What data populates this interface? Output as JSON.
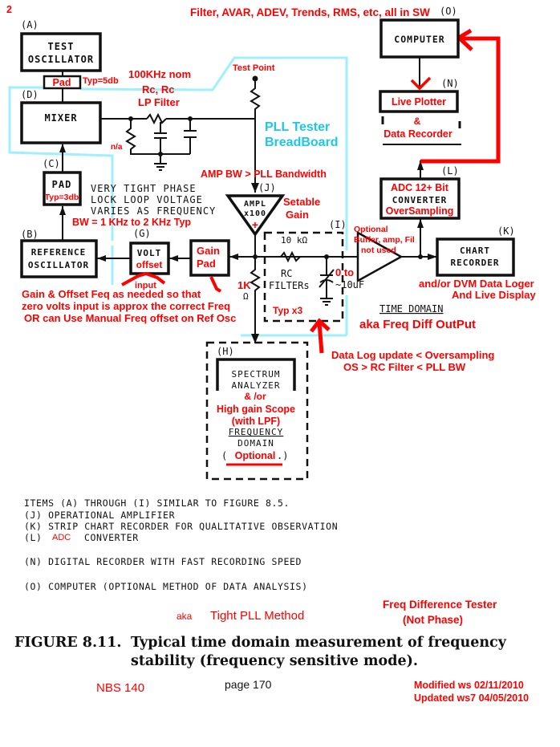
{
  "page_number": "2",
  "top_note": "Filter, AVAR, ADEV, Trends, RMS, etc, all in SW",
  "blocks": {
    "A": {
      "label": "(A)",
      "line1": "TEST",
      "line2": "OSCILLATOR"
    },
    "pad_top": {
      "label": "Pad",
      "note": "Typ=5db"
    },
    "D": {
      "label": "(D)",
      "line1": "MIXER"
    },
    "C": {
      "label": "(C)",
      "line1": "PAD",
      "note": "Typ=3db"
    },
    "B": {
      "label": "(B)",
      "line1": "REFERENCE",
      "line2": "OSCILLATOR"
    },
    "G": {
      "label": "(G)",
      "line1": "VOLT",
      "line2": "offset",
      "input": "input"
    },
    "gain_pad": {
      "line1": "Gain",
      "line2": "Pad"
    },
    "J": {
      "label": "(J)",
      "line1": "AMPL",
      "line2": "x100",
      "sign": "+"
    },
    "I": {
      "label": "(I)",
      "resistor": "10 kΩ",
      "line1": "RC",
      "line2": "FILTERs",
      "typ": "Typ x3",
      "cap1": "0 to",
      "cap2": "~10uF"
    },
    "H": {
      "label": "(H)",
      "line1": "SPECTRUM",
      "line2": "ANALYZER",
      "red1": "& /or",
      "red2": "High gain Scope",
      "red3": "(with LPF)",
      "line3": "FREQUENCY",
      "line4": "DOMAIN",
      "optional": "Optional",
      "paren_open": "(",
      "paren_close": ".)"
    },
    "K": {
      "label": "(K)",
      "line1": "CHART",
      "line2": "RECORDER"
    },
    "L": {
      "label": "(L)",
      "red1": "ADC 12+ Bit",
      "line1": "CONVERTER",
      "red2": "OverSampling"
    },
    "N": {
      "label": "(N)",
      "red1": "Live   Plotter",
      "amp": "&",
      "red2": "Data Recorder"
    },
    "O": {
      "label": "(O)",
      "line1": "COMPUTER"
    }
  },
  "annotations": {
    "freq_nom": "100KHz nom",
    "rc": "Rc, Rc",
    "lp": "LP Filter",
    "na": "n/a",
    "test_point": "Test Point",
    "breadboard1": "PLL  Tester",
    "breadboard2": "BreadBoard",
    "amp_bw": "AMP BW > PLL Bandwidth",
    "setable1": "Setable",
    "setable2": "Gain",
    "pll1": "VERY TIGHT PHASE",
    "pll2": "LOCK LOOP VOLTAGE",
    "pll3": "VARIES AS FREQUENCY",
    "bw": "BW = 1 KHz to  2 KHz Typ",
    "gain1": "Gain &  Offset Feq as needed so that",
    "gain2": "zero volts input is approx the correct Freq",
    "gain3": "OR can Use Manual Freq offset on Ref Osc",
    "one_k": "1K",
    "ohm": "Ω",
    "opt1": "Optional",
    "opt2": "Buffer, amp, Fil",
    "opt3": "not used",
    "dvm1": "and/or DVM Data Loger",
    "dvm2": "And Live Display",
    "time_domain": "TIME DOMAIN",
    "freq_diff": "aka Freq Diff OutPut",
    "log1": "Data Log update < Oversampling",
    "log2": "OS  > RC Filter < PLL BW"
  },
  "items": [
    "ITEMS (A) THROUGH (I) SIMILAR TO FIGURE 8.5.",
    "(J) OPERATIONAL AMPLIFIER",
    "(K) STRIP CHART RECORDER FOR QUALITATIVE OBSERVATION",
    "(L)",
    "ADC",
    "CONVERTER",
    "(N) DIGITAL RECORDER WITH FAST RECORDING SPEED",
    "(O) COMPUTER (OPTIONAL METHOD OF DATA ANALYSIS)"
  ],
  "aka": "aka",
  "method": "Tight PLL Method",
  "tester1": "Freq Difference Tester",
  "tester2": "(Not Phase)",
  "caption": {
    "figure": "FIGURE 8.11.",
    "line1": "Typical time domain measurement of frequency",
    "line2": "stability (frequency sensitive mode)."
  },
  "footer": {
    "source": "NBS 140",
    "page": "page 170",
    "modified": "Modified ws 02/11/2010",
    "updated": "Updated  ws7 04/05/2010"
  },
  "colors": {
    "annotation": "#ff0000",
    "breadboard": "#9ff0fa",
    "ink": "#111111"
  }
}
